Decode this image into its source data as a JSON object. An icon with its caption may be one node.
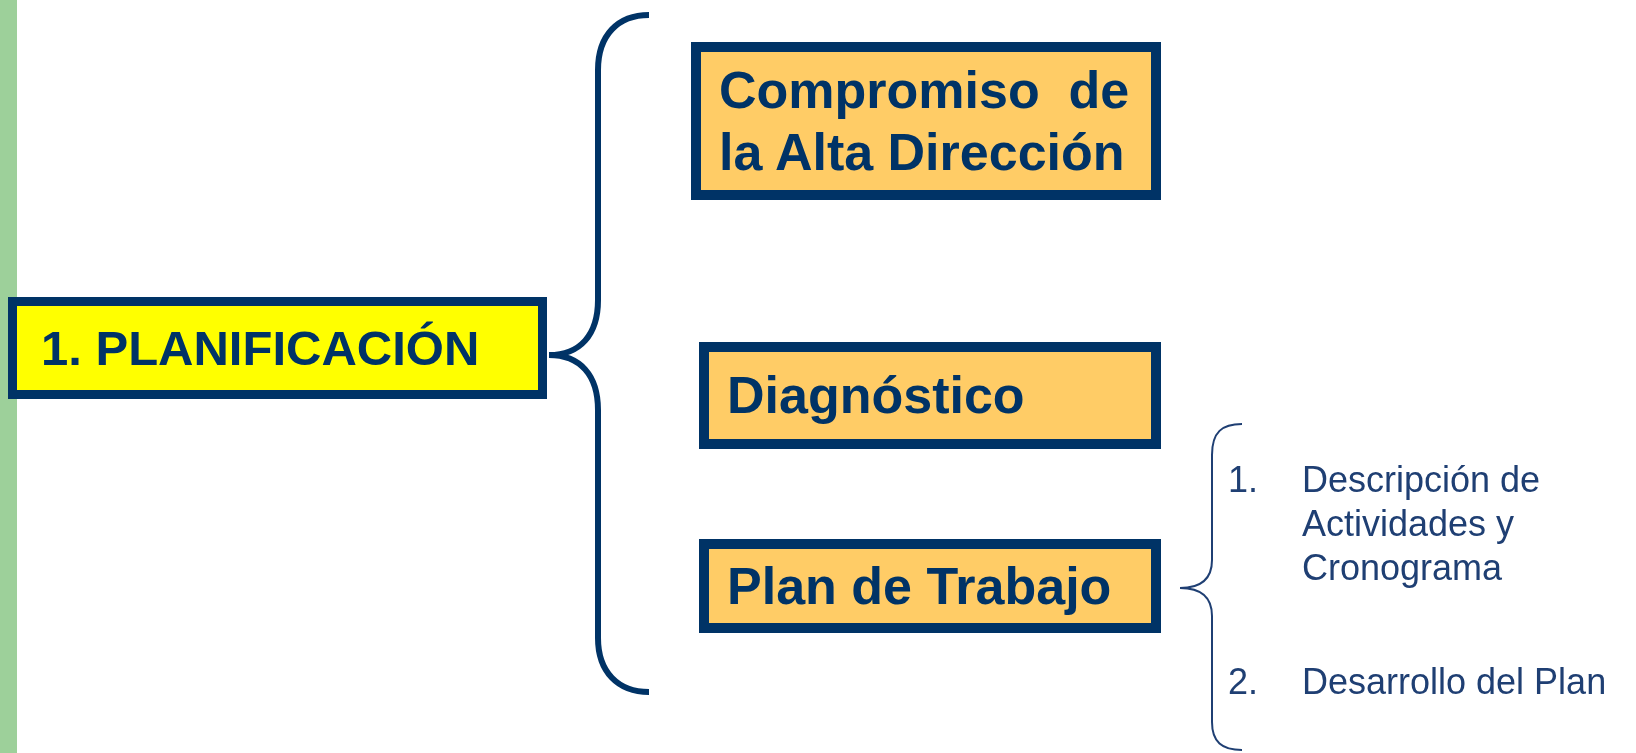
{
  "diagram": {
    "nodes": [
      {
        "text": [
          "1. PLANIFICACIÓN"
        ]
      },
      {
        "text": [
          "Compromiso  de la Alta Dirección"
        ]
      },
      {
        "text": [
          "Diagnóstico"
        ]
      },
      {
        "text": [
          "Plan de Trabajo"
        ]
      }
    ],
    "labels": [
      "1.",
      "Descripción de Actividades y Cronograma",
      "2.",
      "Desarrollo del Plan"
    ]
  }
}
